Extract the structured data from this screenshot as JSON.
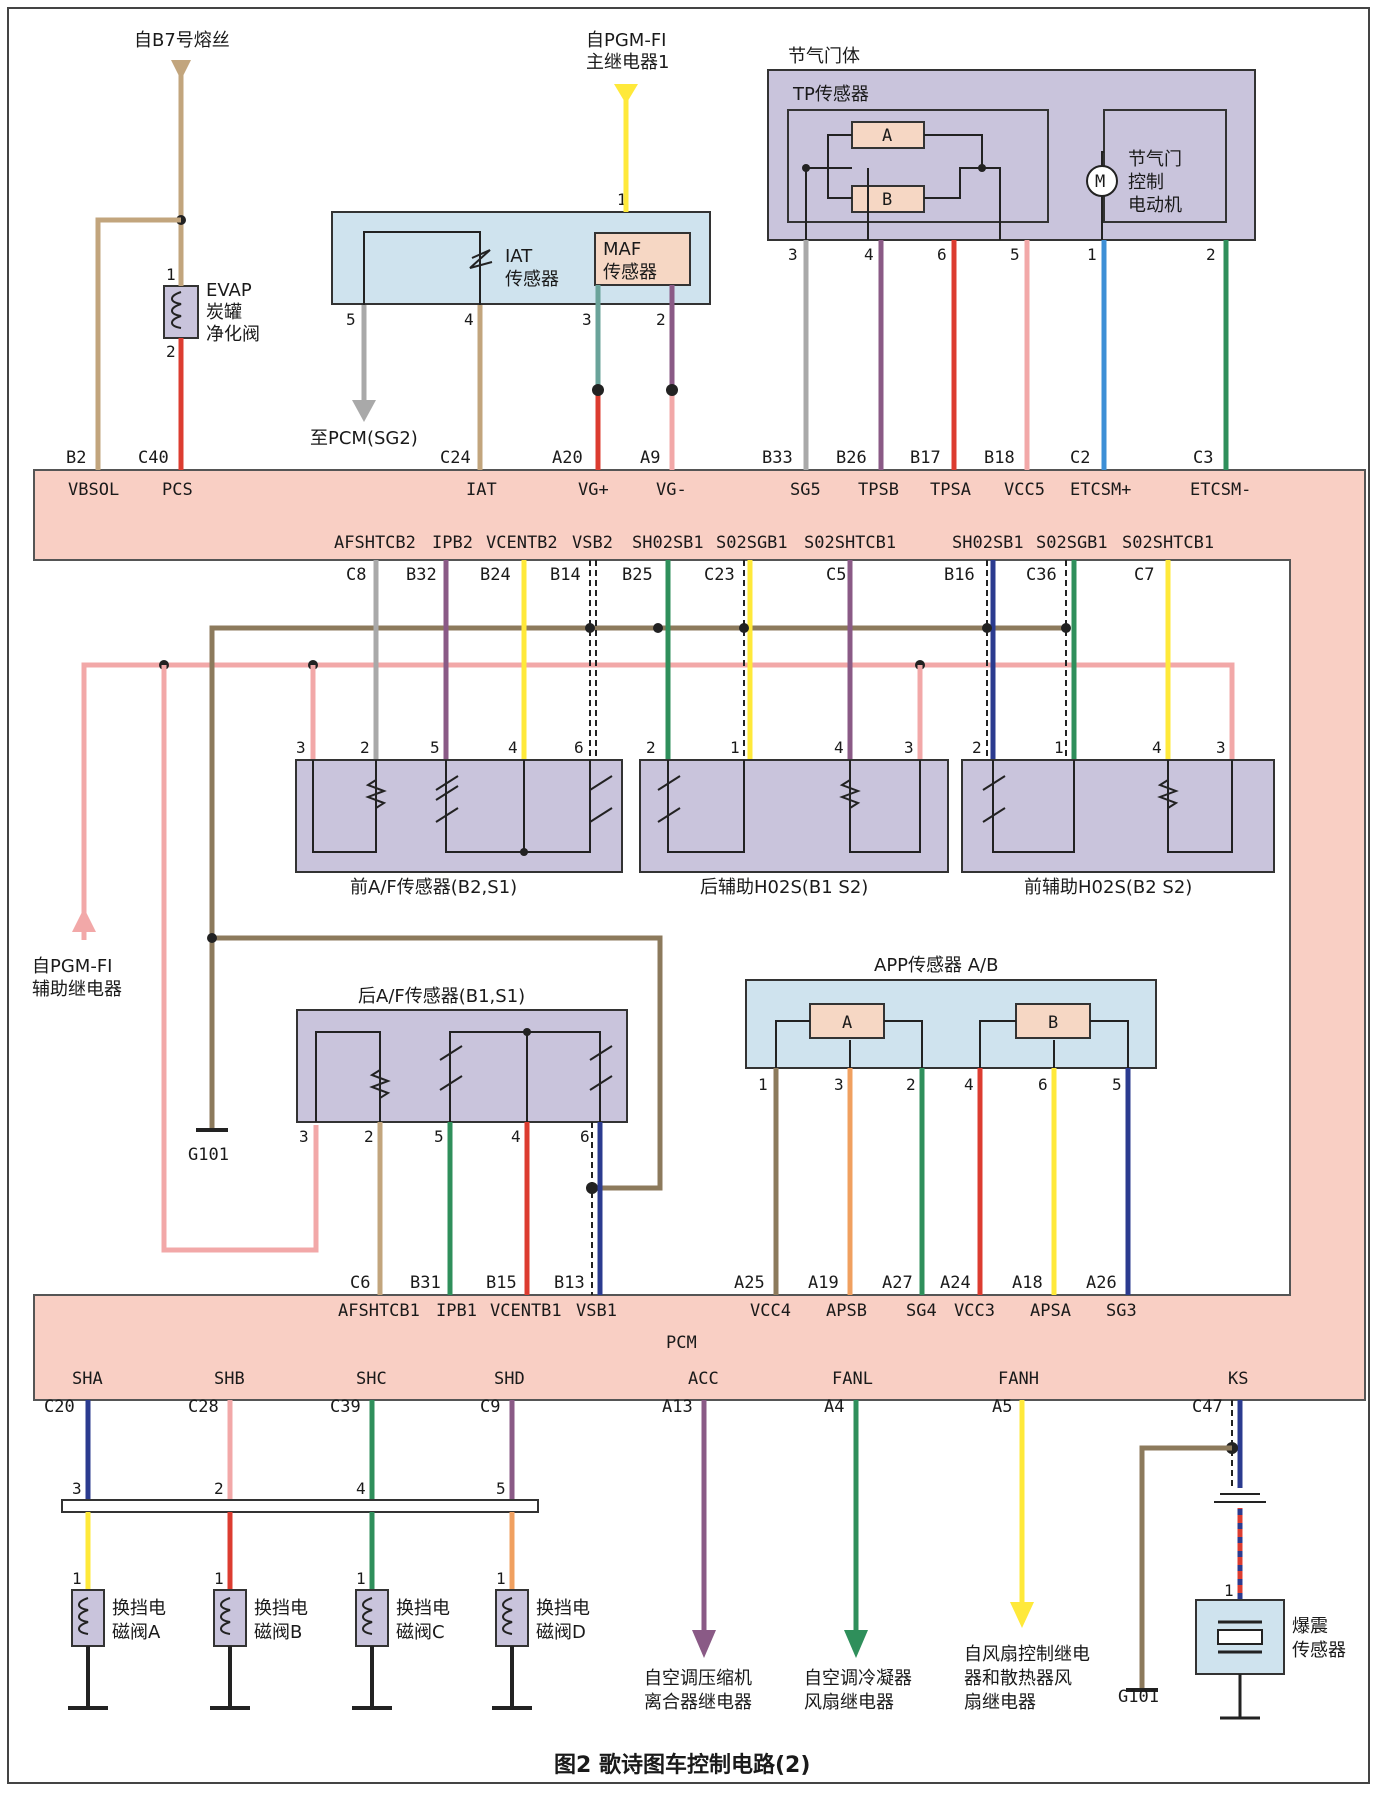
{
  "caption": "图2 歌诗图车控制电路(2)",
  "colors": {
    "pcm_fill": "#f9cfc4",
    "pcm_stroke": "#555555",
    "comp_fill": "#c9c4dc",
    "light_fill": "#cfe3ee",
    "tan": "#c2a57d",
    "yellow": "#ffe93a",
    "red": "#dc3c30",
    "pink": "#f2a8a8",
    "green": "#2f8f5b",
    "blue": "#3d8fd6",
    "gray": "#a9a9a9",
    "purple": "#8a5a86",
    "navy": "#2b3b8f",
    "brown": "#8c7a5c",
    "orange": "#f0a060",
    "teal": "#6aa39a"
  },
  "top": {
    "b7_fuse": "自B7号熔丝",
    "pgmfi_main_l1": "自PGM-FI",
    "pgmfi_main_l2": "主继电器1",
    "throttle_body": "节气门体",
    "tp_sensor": "TP传感器",
    "tp_a": "A",
    "tp_b": "B",
    "motor_symbol": "M",
    "motor_l1": "节气门",
    "motor_l2": "控制",
    "motor_l3": "电动机",
    "evap_l1": "EVAP",
    "evap_l2": "炭罐",
    "evap_l3": "净化阀",
    "iat_l1": "IAT",
    "iat_l2": "传感器",
    "maf_l1": "MAF",
    "maf_l2": "传感器",
    "to_pcm": "至PCM(SG2)"
  },
  "pins": {
    "evap_1": "1",
    "evap_2": "2",
    "pgm_1": "1",
    "iat_5": "5",
    "iat_4": "4",
    "maf_3": "3",
    "maf_2": "2",
    "tp_3": "3",
    "tp_4": "4",
    "tp_6": "6",
    "tp_5": "5",
    "motor_1": "1",
    "motor_2": "2"
  },
  "pcm_top": {
    "codes": [
      "B2",
      "C40",
      "C24",
      "A20",
      "A9",
      "B33",
      "B26",
      "B17",
      "B18",
      "C2",
      "C3"
    ],
    "signals": [
      "VBSOL",
      "PCS",
      "IAT",
      "VG+",
      "VG-",
      "SG5",
      "TPSB",
      "TPSA",
      "VCC5",
      "ETCSM+",
      "ETCSM-"
    ],
    "inner_signals": [
      "AFSHTCB2",
      "IPB2",
      "VCENTB2",
      "VSB2",
      "SH02SB1",
      "S02SGB1",
      "S02SHTCB1",
      "SH02SB1",
      "S02SGB1",
      "S02SHTCB1"
    ],
    "inner_codes": [
      "C8",
      "B32",
      "B24",
      "B14",
      "B25",
      "C23",
      "C5",
      "B16",
      "C36",
      "C7"
    ]
  },
  "mid": {
    "front_af": "前A/F传感器(B2,S1)",
    "rear_ho2s": "后辅助H02S(B1 S2)",
    "front_ho2s": "前辅助H02S(B2 S2)",
    "front_af_pins": [
      "3",
      "2",
      "5",
      "4",
      "6"
    ],
    "rear_ho2s_pins": [
      "2",
      "1",
      "4",
      "3"
    ],
    "front_ho2s_pins": [
      "2",
      "1",
      "4",
      "3"
    ],
    "aux_relay_l1": "自PGM-FI",
    "aux_relay_l2": "辅助继电器",
    "rear_af": "后A/F传感器(B1,S1)",
    "rear_af_pins": [
      "3",
      "2",
      "5",
      "4",
      "6"
    ],
    "g101": "G101",
    "app": "APP传感器 A/B",
    "app_a": "A",
    "app_b": "B",
    "app_pins": [
      "1",
      "3",
      "2",
      "4",
      "6",
      "5"
    ]
  },
  "pcm_bot": {
    "codes": [
      "C6",
      "B31",
      "B15",
      "B13",
      "A25",
      "A19",
      "A27",
      "A24",
      "A18",
      "A26"
    ],
    "signals": [
      "AFSHTCB1",
      "IPB1",
      "VCENTB1",
      "VSB1",
      "VCC4",
      "APSB",
      "SG4",
      "VCC3",
      "APSA",
      "SG3"
    ],
    "title": "PCM",
    "out_signals": [
      "SHA",
      "SHB",
      "SHC",
      "SHD",
      "ACC",
      "FANL",
      "FANH",
      "KS"
    ],
    "out_codes": [
      "C20",
      "C28",
      "C39",
      "C9",
      "A13",
      "A4",
      "A5",
      "C47"
    ]
  },
  "bottom": {
    "bus_pins": [
      "3",
      "2",
      "4",
      "5"
    ],
    "sol_pin": "1",
    "sol_a_l1": "换挡电",
    "sol_a_l2": "磁阀A",
    "sol_b_l1": "换挡电",
    "sol_b_l2": "磁阀B",
    "sol_c_l1": "换挡电",
    "sol_c_l2": "磁阀C",
    "sol_d_l1": "换挡电",
    "sol_d_l2": "磁阀D",
    "acc_l1": "自空调压缩机",
    "acc_l2": "离合器继电器",
    "fanl_l1": "自空调冷凝器",
    "fanl_l2": "风扇继电器",
    "fanh_l1": "自风扇控制继电",
    "fanh_l2": "器和散热器风",
    "fanh_l3": "扇继电器",
    "ks_l1": "爆震",
    "ks_l2": "传感器",
    "ks_pin": "1",
    "g101": "G101"
  }
}
